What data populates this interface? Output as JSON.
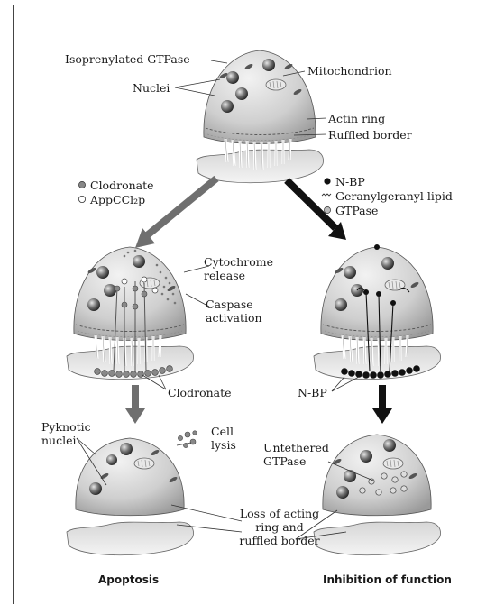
{
  "labels": {
    "isoprenylated_gtpase": "Isoprenylated GTPase",
    "nuclei": "Nuclei",
    "mitochondrion": "Mitochondrion",
    "actin_ring": "Actin ring",
    "ruffled_border": "Ruffled border",
    "cytochrome_release": "Cytochrome\nrelease",
    "caspase_activation": "Caspase\nactivation",
    "clodronate_bottom": "Clodronate",
    "nbp_bottom": "N-BP",
    "pyknotic_nuclei": "Pyknotic\nnuclei",
    "cell_lysis": "Cell\nlysis",
    "untethered_gtpase": "Untethered\nGTPase",
    "loss_of_ring": "Loss of acting\nring and\nruffled border",
    "apoptosis": "Apoptosis",
    "inhibition": "Inhibition of function"
  },
  "legend_left": [
    {
      "symbol": "gray-dot",
      "label": "Clodronate"
    },
    {
      "symbol": "open-dot",
      "label": "AppCCl₂p"
    }
  ],
  "legend_right": [
    {
      "symbol": "black-dot",
      "label": "N-BP"
    },
    {
      "symbol": "wavy-line",
      "label": "Geranylgeranyl lipid"
    },
    {
      "symbol": "light-dot",
      "label": "GTPase"
    }
  ]
}
